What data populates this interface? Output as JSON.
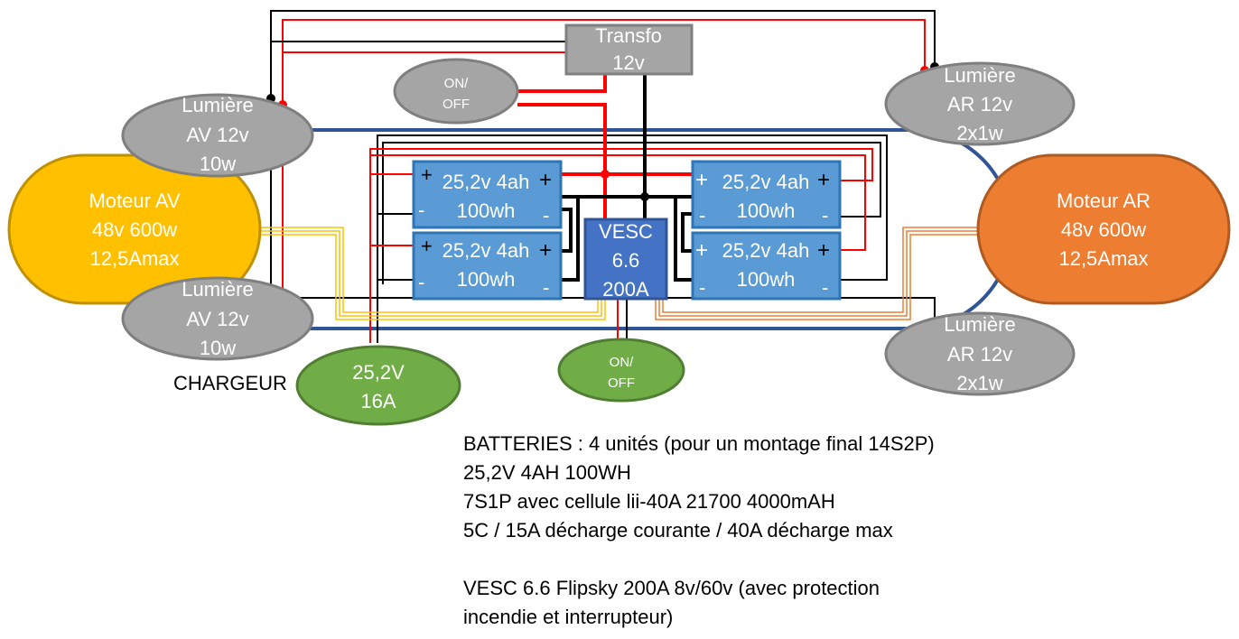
{
  "nodes": {
    "transfo": [
      "Transfo",
      "12v"
    ],
    "switch_top": [
      "ON/",
      "OFF"
    ],
    "switch_bottom": [
      "ON/",
      "OFF"
    ],
    "light_fl": [
      "Lumière",
      "AV 12v",
      "10w"
    ],
    "light_bl": [
      "Lumière",
      "AV 12v",
      "10w"
    ],
    "light_fr": [
      "Lumière",
      "AR 12v",
      "2x1w"
    ],
    "light_br": [
      "Lumière",
      "AR 12v",
      "2x1w"
    ],
    "motor_front": [
      "Moteur AV",
      "48v 600w",
      "12,5Amax"
    ],
    "motor_rear": [
      "Moteur AR",
      "48v 600w",
      "12,5Amax"
    ],
    "charger": [
      "25,2V",
      "16A"
    ],
    "vesc": [
      "VESC",
      "6.6",
      "200A"
    ],
    "battery": [
      "25,2v 4ah",
      "100wh"
    ]
  },
  "terminals": {
    "plus": "+",
    "minus": "-"
  },
  "charger_label": "CHARGEUR",
  "notes": [
    "BATTERIES : 4 unités (pour un montage final 14S2P)",
    "25,2V 4AH 100WH",
    "7S1P avec cellule lii-40A 21700 4000mAH",
    "5C / 15A décharge courante / 40A décharge max",
    "",
    "VESC 6.6 Flipsky 200A 8v/60v (avec protection",
    "incendie et interrupteur)"
  ],
  "colors": {
    "light_fill": "#a5a5a5",
    "light_stroke": "#7f7f7f",
    "motor_front_fill": "#ffc000",
    "motor_front_stroke": "#bf9000",
    "motor_rear_fill": "#ed7d31",
    "motor_rear_stroke": "#ae5a21",
    "battery_fill": "#5b9bd5",
    "battery_stroke": "#2e75b6",
    "vesc_fill": "#4472c4",
    "vesc_stroke": "#2f5597",
    "charger_fill": "#70ad47",
    "charger_stroke": "#507e32",
    "frame_stroke": "#2f5597",
    "wire_red": "#ff0000",
    "wire_black": "#000000",
    "wire_yellow": "#ffc000",
    "wire_orange": "#ed7d31"
  }
}
